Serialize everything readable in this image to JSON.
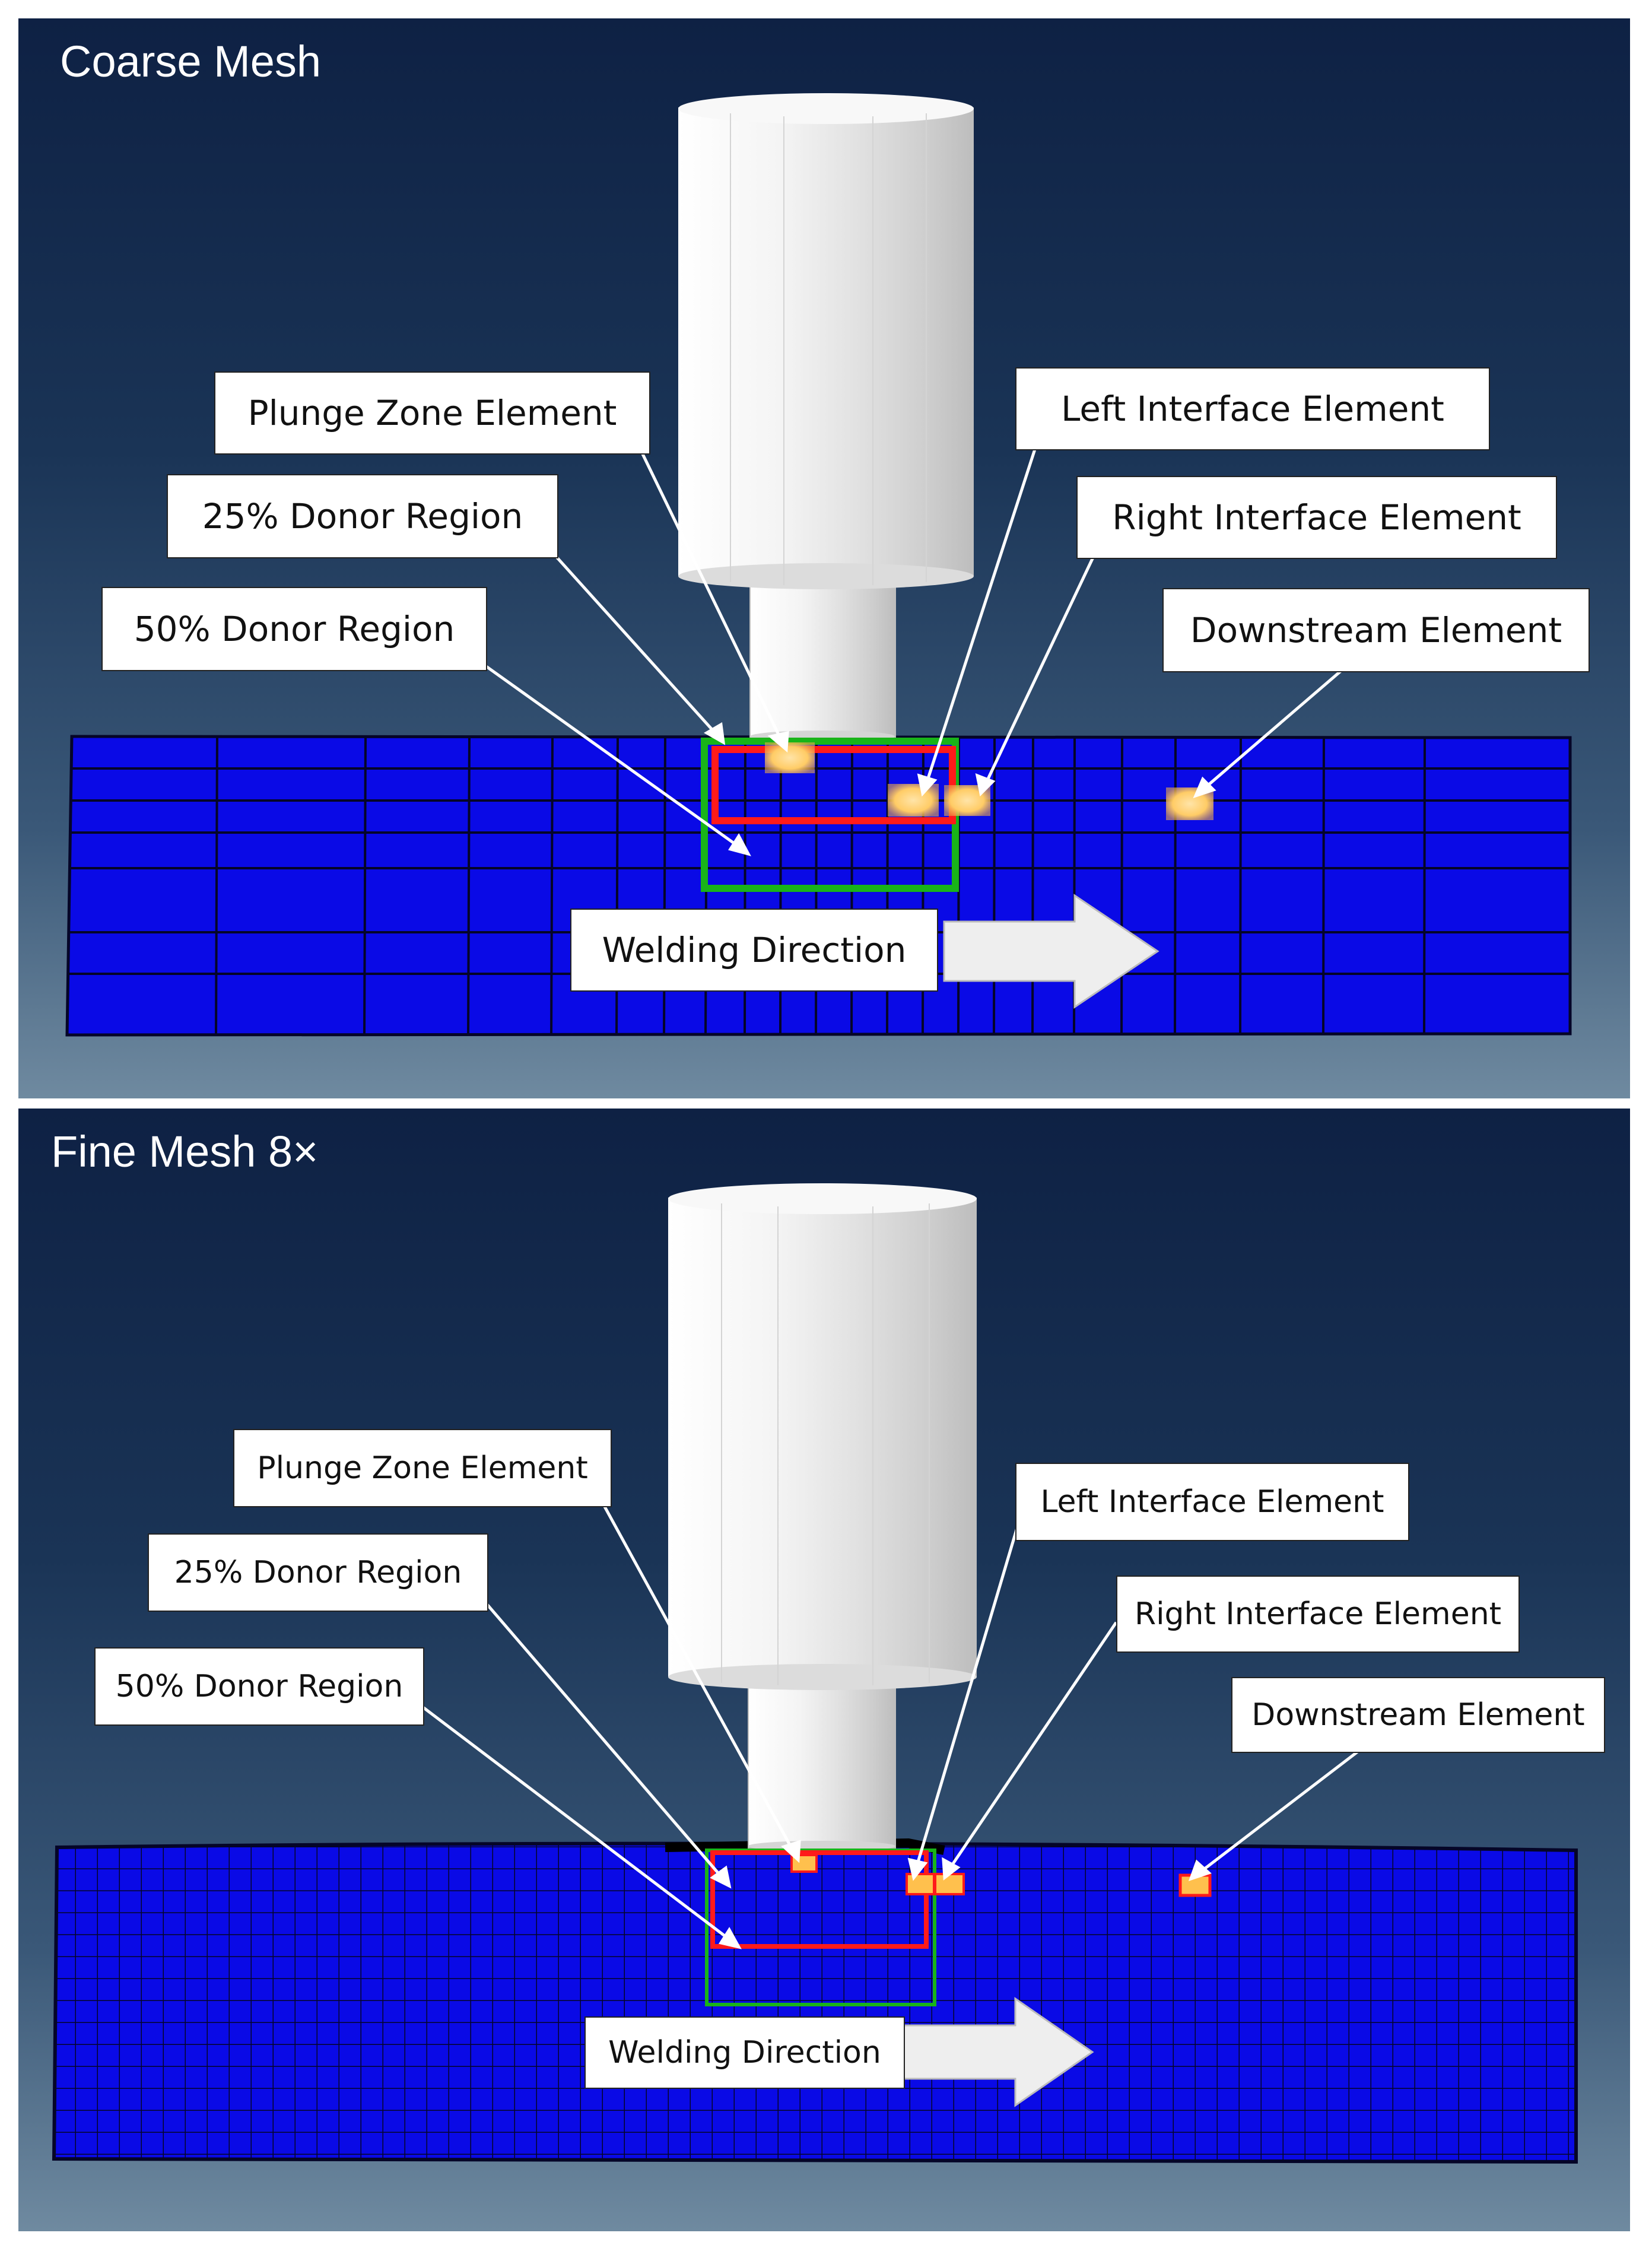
{
  "panels": [
    {
      "title": "Coarse Mesh",
      "labels": {
        "plunge_zone": "Plunge Zone Element",
        "donor_25": "25% Donor Region",
        "donor_50": "50% Donor Region",
        "left_interface": "Left Interface Element",
        "right_interface": "Right Interface Element",
        "downstream": "Downstream Element",
        "welding_direction": "Welding Direction"
      }
    },
    {
      "title": "Fine Mesh 8×",
      "labels": {
        "plunge_zone": "Plunge Zone Element",
        "donor_25": "25% Donor Region",
        "donor_50": "50% Donor Region",
        "left_interface": "Left Interface Element",
        "right_interface": "Right Interface Element",
        "downstream": "Downstream Element",
        "welding_direction": "Welding Direction"
      }
    }
  ],
  "colors": {
    "mesh_blue": "#0a0ae6",
    "mesh_line": "#050528",
    "tool_white": "#efefef",
    "region_25_red": "#ff1a1a",
    "region_50_green": "#19b419",
    "element_orange": "#ffc04d"
  }
}
